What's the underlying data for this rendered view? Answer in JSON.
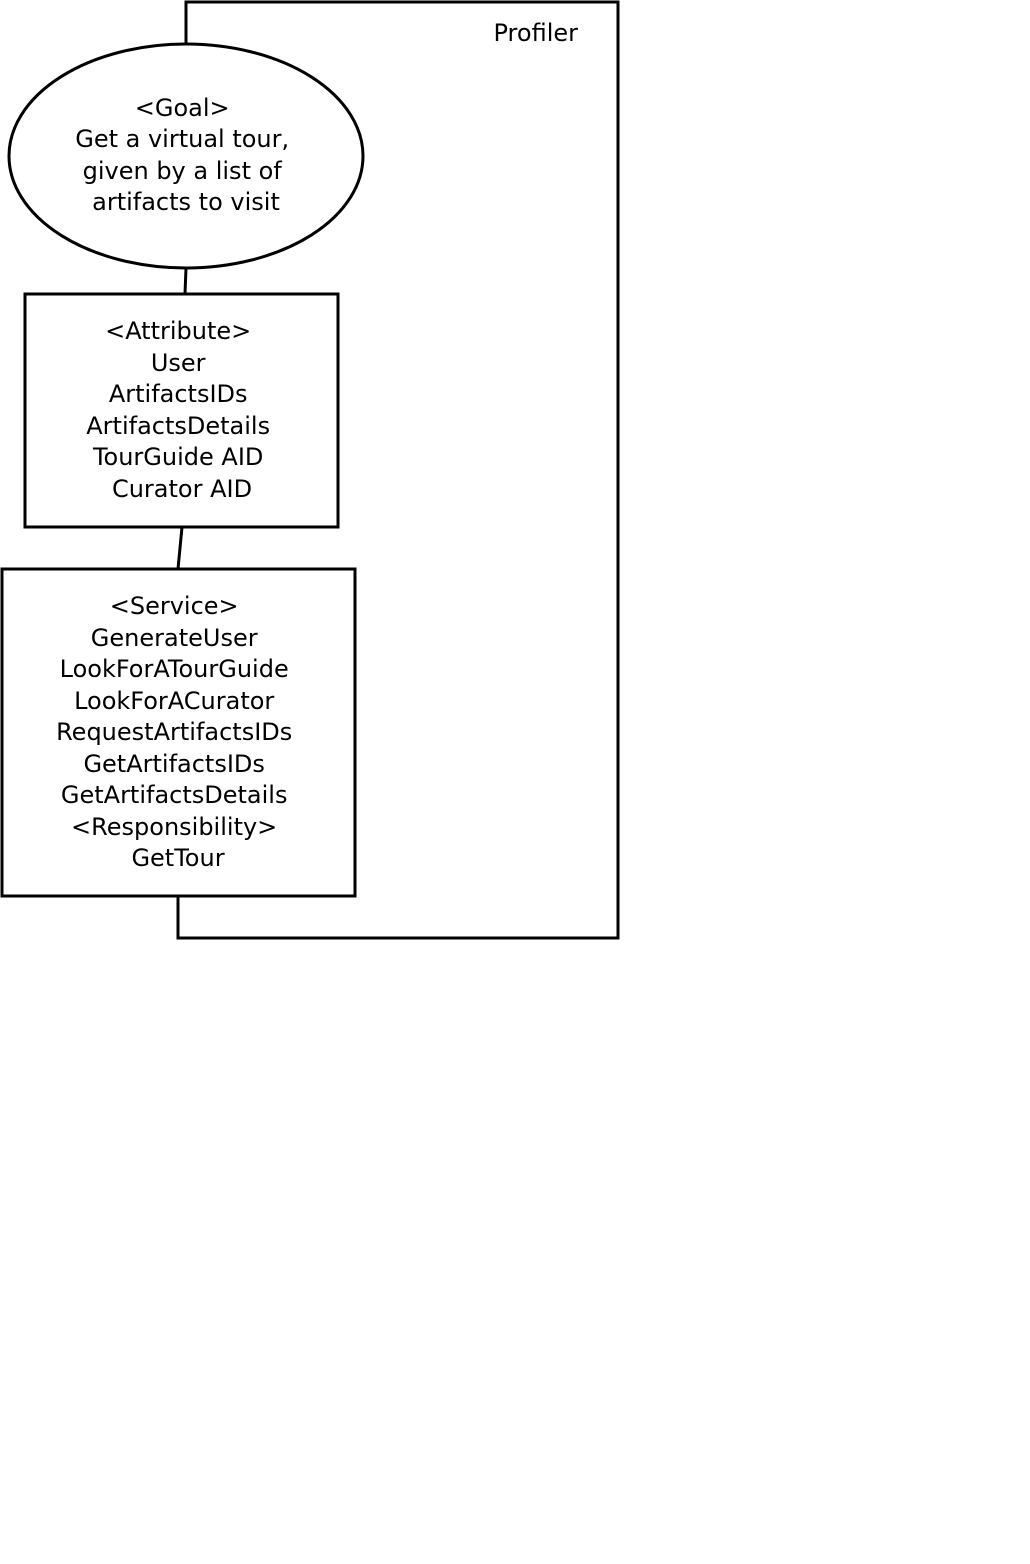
{
  "container": {
    "title": "Profiler"
  },
  "goal": {
    "lines": [
      "<Goal>",
      "Get a virtual tour,",
      "given by a list of",
      "artifacts to visit"
    ]
  },
  "attribute": {
    "lines": [
      "<Attribute>",
      "User",
      "ArtifactsIDs",
      "ArtifactsDetails",
      "TourGuide AID",
      "Curator AID"
    ]
  },
  "service": {
    "lines": [
      "<Service>",
      "GenerateUser",
      "LookForATourGuide",
      "LookForACurator",
      "RequestArtifactsIDs",
      "GetArtifactsIDs",
      "GetArtifactsDetails",
      "<Responsibility>",
      "GetTour"
    ]
  },
  "colors": {
    "stroke": "#000000",
    "fill": "#ffffff",
    "text": "#000000"
  }
}
